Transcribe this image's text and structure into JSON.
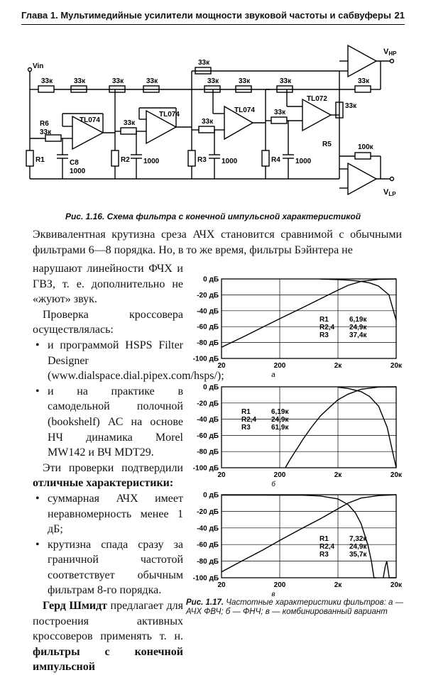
{
  "header": {
    "title": "Глава 1. Мультимедийные усилители мощности звуковой частоты и сабвуферы",
    "page_number": "21"
  },
  "schematic": {
    "labels": {
      "vin": "Vin",
      "r33": "33к",
      "r6": "R6",
      "r1": "R1",
      "r2": "R2",
      "r3": "R3",
      "r4": "R4",
      "r5": "R5",
      "c8": "C8",
      "c1000": "1000",
      "r100": "100к",
      "tl074": "TL074",
      "tl072": "TL072",
      "vhp": "V",
      "vhp_sub": "HP",
      "vlp": "V",
      "vlp_sub": "LP",
      "plus": "+",
      "minus": "−"
    }
  },
  "fig116_caption": "Рис. 1.16. Схема фильтра с конечной импульсной характеристикой",
  "para1": "Эквивалентная крутизна среза АЧХ становится сравнимой с обычными фильтрами 6—8 порядка. Но, в то же время, фильтры Бэйнтера не",
  "left_col": {
    "p1": "нарушают линейности ФЧХ и ГВЗ, т. е. дополнительно не «жуют» звук.",
    "p2": "Проверка кроссовера осуществлялась:",
    "bullets1": [
      "и программой HSPS Filter Designer (www.dialspace.dial.pipex.com/hsps/);",
      "и на практике в самодельной полочной (bookshelf) АС на основе НЧ динамика Morel MW142 и ВЧ MDT29."
    ],
    "p3_start": "Эти проверки подтвердили ",
    "p3_bold": "отличные характеристики:",
    "bullets2": [
      "суммарная АЧХ имеет неравномерность менее 1 дБ;",
      "крутизна спада сразу за граничной частотой соответствует обычным фильтрам 8-го порядка."
    ],
    "p4_bold": "Герд Шмидт",
    "p4_rest": " предлагает для построения активных кроссоверов применять т. н. ",
    "p4_bold2": "фильтры с конечной импульсной"
  },
  "chart_data": [
    {
      "type": "line",
      "yticks": [
        "0 дБ",
        "-20 дБ",
        "-40 дБ",
        "-60 дБ",
        "-80 дБ",
        "-100 дБ"
      ],
      "xticks": [
        "20",
        "200",
        "2к",
        "20к"
      ],
      "xscale": "log",
      "xlim": [
        20,
        20000
      ],
      "ylim": [
        -100,
        0
      ],
      "grid": true,
      "sublabel": "а",
      "legend": [
        [
          "R1",
          "6,19к"
        ],
        [
          "R2,4",
          "24,9к"
        ],
        [
          "R3",
          "37,4к"
        ]
      ],
      "series": [
        {
          "x": [
            20,
            50,
            100,
            200,
            500,
            1000,
            2000,
            3000,
            5000,
            10000,
            20000
          ],
          "y": [
            -86,
            -72,
            -61,
            -50,
            -36,
            -25,
            -14,
            -8,
            -3,
            -0.5,
            0
          ]
        },
        {
          "x": [
            1000,
            2000,
            3000,
            5000,
            7000,
            10000,
            15000,
            20000
          ],
          "y": [
            -0.2,
            -0.8,
            -1.5,
            -3,
            -5,
            -9,
            -20,
            -52
          ]
        }
      ]
    },
    {
      "type": "line",
      "yticks": [
        "0 дБ",
        "-20 дБ",
        "-40 дБ",
        "-60 дБ",
        "-80 дБ",
        "-100 дБ"
      ],
      "xticks": [
        "20",
        "200",
        "2к",
        "20к"
      ],
      "xscale": "log",
      "xlim": [
        20,
        20000
      ],
      "ylim": [
        -100,
        0
      ],
      "grid": true,
      "sublabel": "б",
      "legend": [
        [
          "R1",
          "6,19к"
        ],
        [
          "R2,4",
          "24,9к"
        ],
        [
          "R3",
          "61,9к"
        ]
      ],
      "series": [
        {
          "x": [
            250,
            300,
            400,
            500,
            700,
            1000,
            1500,
            2000,
            3000,
            5000,
            10000,
            20000
          ],
          "y": [
            -100,
            -90,
            -76,
            -65,
            -50,
            -36,
            -24,
            -16,
            -9,
            -3,
            -0.3,
            0
          ]
        },
        {
          "x": [
            2000,
            3000,
            5000,
            7000,
            10000,
            14000,
            20000
          ],
          "y": [
            -0.5,
            -2,
            -6,
            -12,
            -24,
            -50,
            -100
          ]
        }
      ]
    },
    {
      "type": "line",
      "yticks": [
        "0 дБ",
        "-20 дБ",
        "-40 дБ",
        "-60 дБ",
        "-80 дБ",
        "-100 дБ"
      ],
      "xticks": [
        "20",
        "200",
        "2к",
        "20к"
      ],
      "xscale": "log",
      "xlim": [
        20,
        20000
      ],
      "ylim": [
        -100,
        0
      ],
      "grid": true,
      "sublabel": "в",
      "legend": [
        [
          "R1",
          "7,32к"
        ],
        [
          "R2,4",
          "24,9к"
        ],
        [
          "R3",
          "35,7к"
        ]
      ],
      "series": [
        {
          "x": [
            20,
            50,
            100,
            200,
            500,
            1000,
            2000,
            3000,
            5000,
            10000,
            20000
          ],
          "y": [
            -93,
            -78,
            -67,
            -55,
            -40,
            -29,
            -17,
            -10,
            -4,
            -1,
            0
          ]
        },
        {
          "x": [
            20,
            100,
            500,
            1000,
            2000,
            3000,
            4000,
            5000,
            6500,
            7500,
            8300,
            9000
          ],
          "y": [
            -0.5,
            -0.5,
            -0.6,
            -1.5,
            -5,
            -12,
            -22,
            -35,
            -60,
            -80,
            -100,
            -100
          ]
        },
        {
          "x": [
            12000,
            13000,
            13800,
            14500,
            15200,
            16500,
            18000,
            20000
          ],
          "y": [
            -100,
            -86,
            -80,
            -90,
            -100,
            -100,
            -100,
            -100
          ]
        }
      ]
    }
  ],
  "fig117_caption": {
    "title": "Рис. 1.17.",
    "text": " Частотные характеристики фильтров: а — АЧХ ФВЧ; б — ФНЧ; в — комбинированный вариант"
  }
}
